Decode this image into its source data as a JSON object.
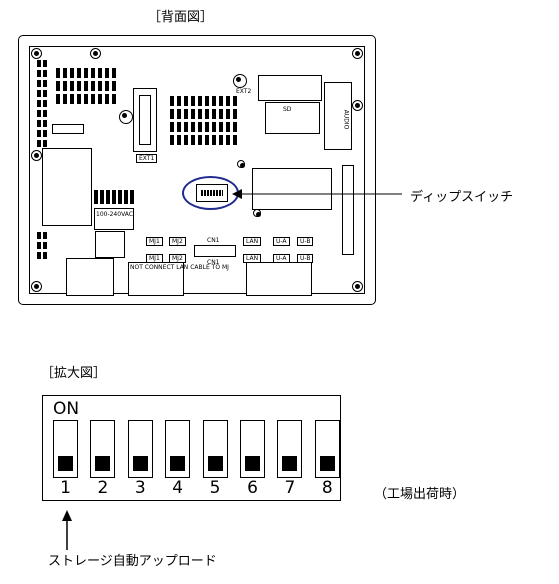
{
  "rear_view": {
    "title": "［背面図］",
    "callout": "ディップスイッチ",
    "labels": {
      "ext1": "EXT1",
      "ext2": "EXT2",
      "mj1": "MJ1",
      "mj2": "MJ2",
      "cn1": "CN1",
      "lan": "LAN",
      "ua": "U-A",
      "ub": "U-B",
      "power": "100-240VAC",
      "sd": "SD",
      "audio": "AUDIO",
      "warning": "NOT CONNECT LAN CABLE TO MJ"
    }
  },
  "enlarged_view": {
    "title": "［拡大図］",
    "on_label": "ON",
    "switch_numbers": [
      "1",
      "2",
      "3",
      "4",
      "5",
      "6",
      "7",
      "8"
    ],
    "factory_note": "（工場出荷時）",
    "switch1_caption": "ストレージ自動アップロード"
  }
}
